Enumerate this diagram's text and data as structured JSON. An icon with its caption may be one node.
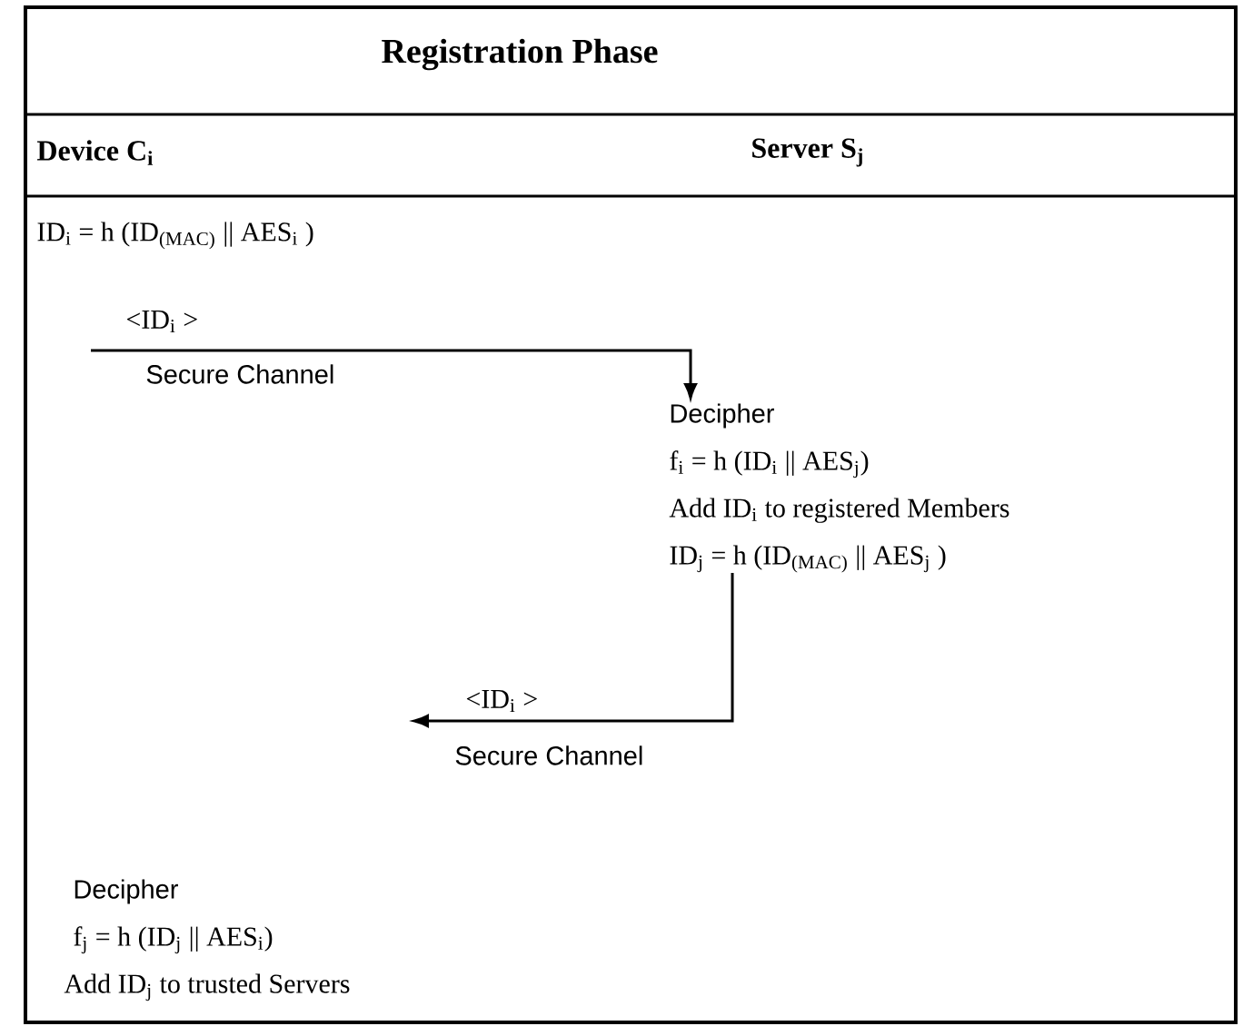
{
  "diagram": {
    "title": "Registration Phase",
    "nodes": [
      {
        "text": [
          "ID$_{i}$ = h (ID$_{(MAC)}$ || AES$_{i}$ )"
        ]
      },
      {
        "text": [
          "Decipher",
          "f$_{i}$ = h (ID$_{i}$ || AES$_{j}$)",
          "Add ID$_{i}$ to registered Members",
          "ID$_{j}$ = h (ID$_{(MAC)}$ || AES$_{j}$ )"
        ]
      },
      {
        "text": [
          "Decipher",
          "f$_{j}$ = h (ID$_{j}$ || AES$_{i}$)",
          "Add ID$_{j}$ to trusted Servers"
        ]
      }
    ],
    "edges": [
      {
        "from": null,
        "to": 1,
        "arrow": "to",
        "label": "<ID$_{i}$ >"
      },
      {
        "from": 1,
        "to": null,
        "arrow": "to",
        "label": "<ID$_{i}$ >"
      }
    ],
    "labels": [
      "Device C$_{i}$",
      "Server S$_{j}$",
      "Secure Channel",
      "Secure Channel"
    ]
  }
}
